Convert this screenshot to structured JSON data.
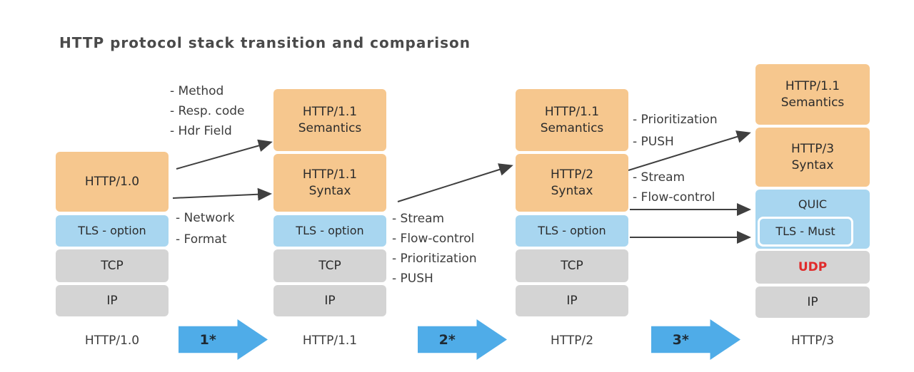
{
  "title": "HTTP protocol stack transition and comparison",
  "colors": {
    "orange": "#F6C78E",
    "blue": "#A8D6F0",
    "gray": "#D4D4D4",
    "arrow_blue": "#4FACE8",
    "red": "#E02B2B",
    "ink": "#3F3F3F"
  },
  "stacks": [
    {
      "footer_label": "HTTP/1.0",
      "blocks": [
        {
          "label": "HTTP/1.0"
        },
        {
          "label": "TLS - option"
        },
        {
          "label": "TCP"
        },
        {
          "label": "IP"
        }
      ]
    },
    {
      "footer_label": "HTTP/1.1",
      "blocks": [
        {
          "label": "HTTP/1.1\nSemantics"
        },
        {
          "label": "HTTP/1.1\nSyntax"
        },
        {
          "label": "TLS - option"
        },
        {
          "label": "TCP"
        },
        {
          "label": "IP"
        }
      ]
    },
    {
      "footer_label": "HTTP/2",
      "blocks": [
        {
          "label": "HTTP/1.1\nSemantics"
        },
        {
          "label": "HTTP/2\nSyntax"
        },
        {
          "label": "TLS - option"
        },
        {
          "label": "TCP"
        },
        {
          "label": "IP"
        }
      ]
    },
    {
      "footer_label": "HTTP/3",
      "blocks": [
        {
          "label": "HTTP/1.1\nSemantics"
        },
        {
          "label": "HTTP/3\nSyntax"
        },
        {
          "label": "QUIC"
        },
        {
          "label": "TLS - Must"
        },
        {
          "label": "UDP"
        },
        {
          "label": "IP"
        }
      ]
    }
  ],
  "annotations": {
    "semantics_changes": "- Method\n- Resp. code\n- Hdr Field",
    "syntax_changes": "- Network\n- Format",
    "http2_changes": "- Stream\n- Flow-control\n- Prioritization\n- PUSH",
    "http3_syntax_changes": "- Prioritization\n- PUSH",
    "http3_transport_changes": "- Stream\n- Flow-control"
  },
  "transitions": [
    "1*",
    "2*",
    "3*"
  ]
}
